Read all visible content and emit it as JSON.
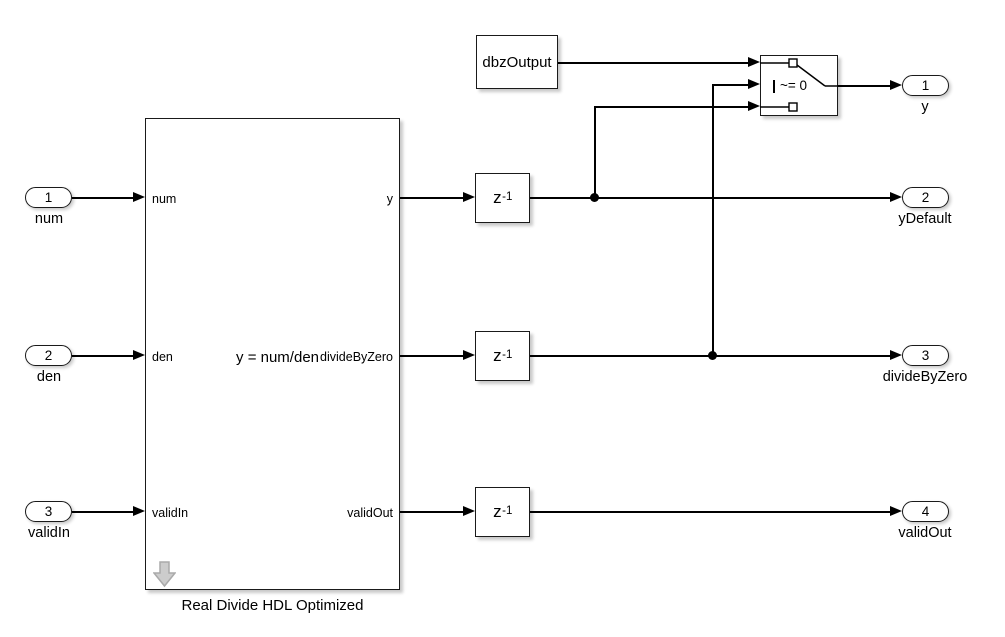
{
  "canvas": {
    "background": "#ffffff",
    "line_color": "#000000",
    "shadow_color": "#c9c9c9"
  },
  "inports": [
    {
      "number": "1",
      "label": "num"
    },
    {
      "number": "2",
      "label": "den"
    },
    {
      "number": "3",
      "label": "validIn"
    }
  ],
  "outports": [
    {
      "number": "1",
      "label": "y"
    },
    {
      "number": "2",
      "label": "yDefault"
    },
    {
      "number": "3",
      "label": "divideByZero"
    },
    {
      "number": "4",
      "label": "validOut"
    }
  ],
  "main_block": {
    "name": "Real Divide HDL Optimized",
    "equation": "y = num/den",
    "ports": {
      "in": [
        "num",
        "den",
        "validIn"
      ],
      "out": [
        "y",
        "divideByZero",
        "validOut"
      ]
    }
  },
  "constant_block": {
    "label": "dbzOutput"
  },
  "delay_block": {
    "base": "z",
    "exponent": "-1"
  },
  "switch_block": {
    "criteria": "~= 0"
  }
}
